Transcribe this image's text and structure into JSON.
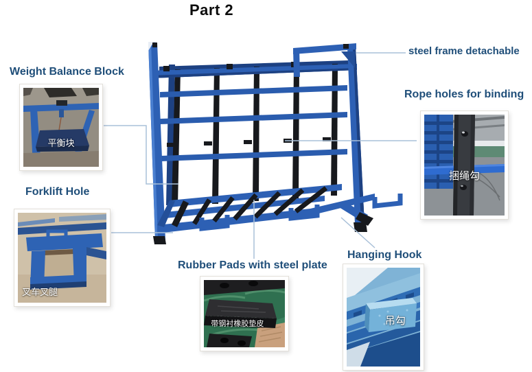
{
  "title": "Part 2",
  "colors": {
    "label_text": "#1f4e79",
    "leader_line": "#a9c0d8",
    "rack_blue": "#2d60b4",
    "rack_dark_blue": "#1d4182",
    "slat_black": "#17191d",
    "title_text": "#0d0d0d"
  },
  "labels": {
    "steel_frame": "steel frame detachable",
    "weight_balance": "Weight Balance Block",
    "forklift": "Forklift Hole",
    "rope_holes": "Rope holes for binding",
    "rubber_pads": "Rubber Pads with steel plate",
    "hanging_hook": "Hanging Hook"
  },
  "photos": {
    "weight_balance": {
      "caption": "平衡块"
    },
    "forklift": {
      "caption": "叉车叉腿"
    },
    "rope_holes": {
      "caption": "捆绳勾"
    },
    "rubber_pads": {
      "caption": "带钢衬橡胶垫皮"
    },
    "hanging_hook": {
      "caption": "吊勾"
    }
  }
}
